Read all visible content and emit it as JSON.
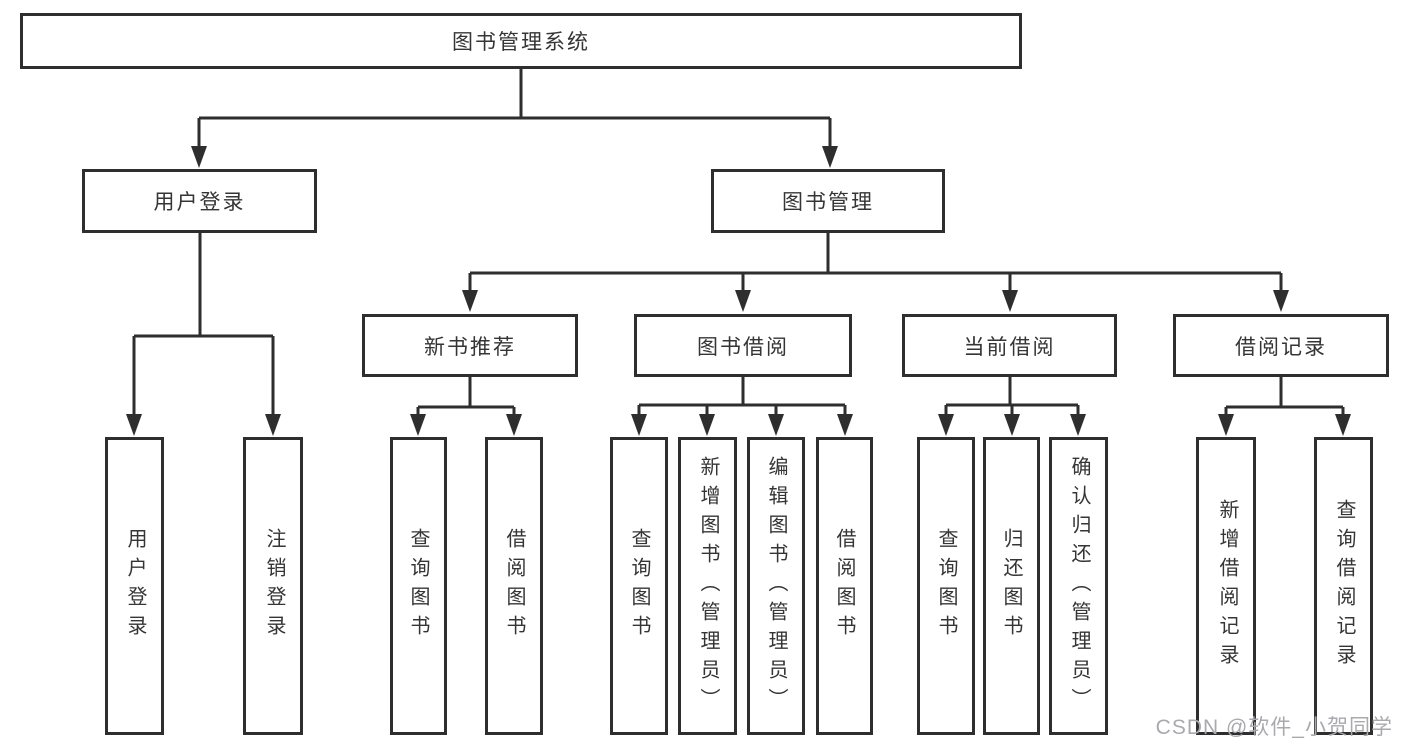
{
  "diagram_title": "图书管理系统",
  "tree": {
    "label": "图书管理系统",
    "children": [
      {
        "label": "用户登录",
        "children": [
          {
            "label": "用户登录"
          },
          {
            "label": "注销登录"
          }
        ]
      },
      {
        "label": "图书管理",
        "children": [
          {
            "label": "新书推荐",
            "children": [
              {
                "label": "查询图书"
              },
              {
                "label": "借阅图书"
              }
            ]
          },
          {
            "label": "图书借阅",
            "children": [
              {
                "label": "查询图书"
              },
              {
                "label": "新增图书（管理员）"
              },
              {
                "label": "编辑图书（管理员）"
              },
              {
                "label": "借阅图书"
              }
            ]
          },
          {
            "label": "当前借阅",
            "children": [
              {
                "label": "查询图书"
              },
              {
                "label": "归还图书"
              },
              {
                "label": "确认归还（管理员）"
              }
            ]
          },
          {
            "label": "借阅记录",
            "children": [
              {
                "label": "新增借阅记录"
              },
              {
                "label": "查询借阅记录"
              }
            ]
          }
        ]
      }
    ]
  },
  "watermark": {
    "text": "CSDN @软件_小贺同学"
  },
  "colors": {
    "background": "#ffffff",
    "line": "#2e2e2e",
    "box_border": "#2e2e2e",
    "text": "#353535",
    "watermark": "#aaaaae"
  }
}
